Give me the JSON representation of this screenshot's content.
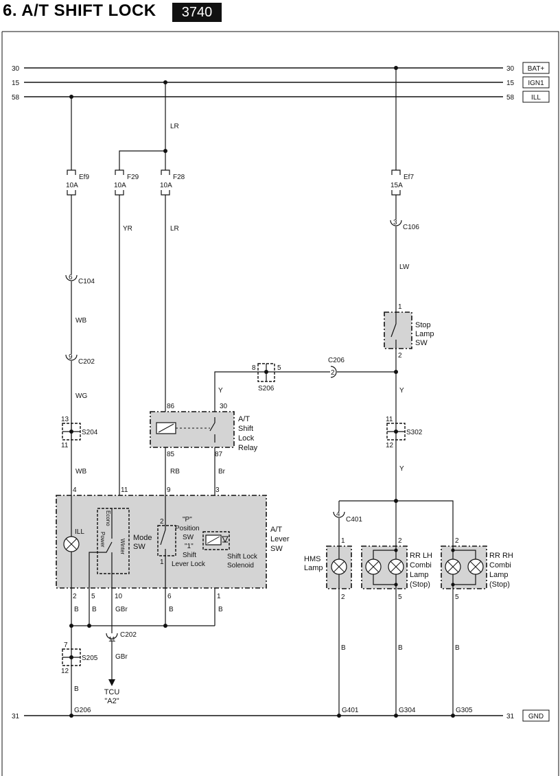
{
  "header": {
    "title": "6. A/T SHIFT LOCK",
    "code": "3740"
  },
  "rails": {
    "r30": {
      "left": "30",
      "right": "30",
      "name": "BAT+"
    },
    "r15": {
      "left": "15",
      "right": "15",
      "name": "IGN1"
    },
    "r58": {
      "left": "58",
      "right": "58",
      "name": "ILL"
    },
    "r31": {
      "left": "31",
      "right": "31",
      "name": "GND"
    }
  },
  "fuses": {
    "ef9": {
      "name": "Ef9",
      "rating": "10A"
    },
    "f29": {
      "name": "F29",
      "rating": "10A"
    },
    "f28": {
      "name": "F28",
      "rating": "10A"
    },
    "ef7": {
      "name": "Ef7",
      "rating": "15A"
    }
  },
  "wire_colors": {
    "lr": "LR",
    "yr": "YR",
    "lw": "LW",
    "wb": "WB",
    "wg": "WG",
    "y": "Y",
    "rb": "RB",
    "br": "Br",
    "b": "B",
    "gbr": "GBr"
  },
  "connectors": {
    "c104": {
      "name": "C104",
      "pin": "6"
    },
    "c202a": {
      "name": "C202",
      "pin": "9"
    },
    "c106": {
      "name": "C106",
      "pin": "3"
    },
    "c206": {
      "name": "C206",
      "pin": "2"
    },
    "c401": {
      "name": "C401",
      "pin": "4"
    },
    "c202b": {
      "name": "C202",
      "pin": "11"
    }
  },
  "splices": {
    "s204": {
      "name": "S204",
      "top": "13",
      "bottom": "11"
    },
    "s205": {
      "name": "S205",
      "top": "7",
      "bottom": "12"
    },
    "s206": {
      "name": "S206",
      "left": "8",
      "right": "5"
    },
    "s302": {
      "name": "S302",
      "top": "11",
      "bottom": "12"
    }
  },
  "relay": {
    "line1": "A/T",
    "line2": "Shift",
    "line3": "Lock",
    "line4": "Relay",
    "pin86": "86",
    "pin30": "30",
    "pin85": "85",
    "pin87": "87"
  },
  "lever_sw": {
    "line1": "A/T",
    "line2": "Lever",
    "line3": "SW",
    "ill": "ILL",
    "mode1": "Mode",
    "mode2": "SW",
    "econo": "Econo",
    "power": "Power",
    "winter": "Winter",
    "p1": "\"P\"",
    "p2": "Position",
    "p3": "SW",
    "p4": "\"1\"",
    "p5": "Shift",
    "p6": "Lever Lock",
    "sol1": "Shift Lock",
    "sol2": "Solenoid",
    "pin4": "4",
    "pin11": "11",
    "pin9": "9",
    "pin3": "3",
    "pin2": "2",
    "pin1": "1",
    "pin2b": "2",
    "pin5": "5",
    "pin10": "10",
    "pin6": "6",
    "pin1b": "1"
  },
  "stop_sw": {
    "line1": "Stop",
    "line2": "Lamp",
    "line3": "SW",
    "pin_top": "1",
    "pin_bottom": "2"
  },
  "hms": {
    "line1": "HMS",
    "line2": "Lamp",
    "pin_top": "1",
    "pin_bottom": "2"
  },
  "rrlh": {
    "line1": "RR LH",
    "line2": "Combi",
    "line3": "Lamp",
    "line4": "(Stop)",
    "pin_top": "2",
    "pin_bottom": "5"
  },
  "rrrh": {
    "line1": "RR RH",
    "line2": "Combi",
    "line3": "Lamp",
    "line4": "(Stop)",
    "pin_top": "2",
    "pin_bottom": "5"
  },
  "tcu": {
    "line1": "TCU",
    "line2": "\"A2\""
  },
  "grounds": {
    "g206": "G206",
    "g401": "G401",
    "g304": "G304",
    "g305": "G305"
  }
}
